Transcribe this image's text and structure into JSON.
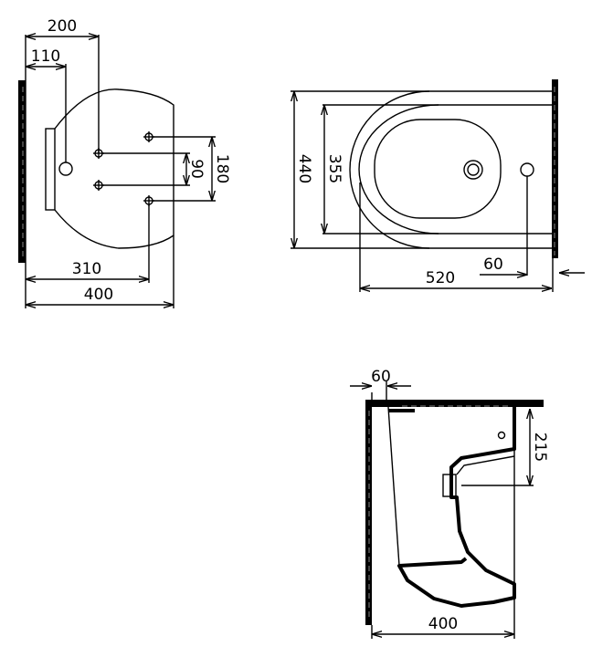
{
  "colors": {
    "line": "#000000",
    "background": "#ffffff"
  },
  "plan_view": {
    "dimensions": {
      "d200": "200",
      "d110": "110",
      "d90": "90",
      "d180": "180",
      "d310": "310",
      "d400": "400"
    }
  },
  "top_view": {
    "dimensions": {
      "d440": "440",
      "d355": "355",
      "d60": "60",
      "d520": "520"
    }
  },
  "side_view": {
    "dimensions": {
      "d60": "60",
      "d215": "215",
      "d400": "400"
    }
  }
}
